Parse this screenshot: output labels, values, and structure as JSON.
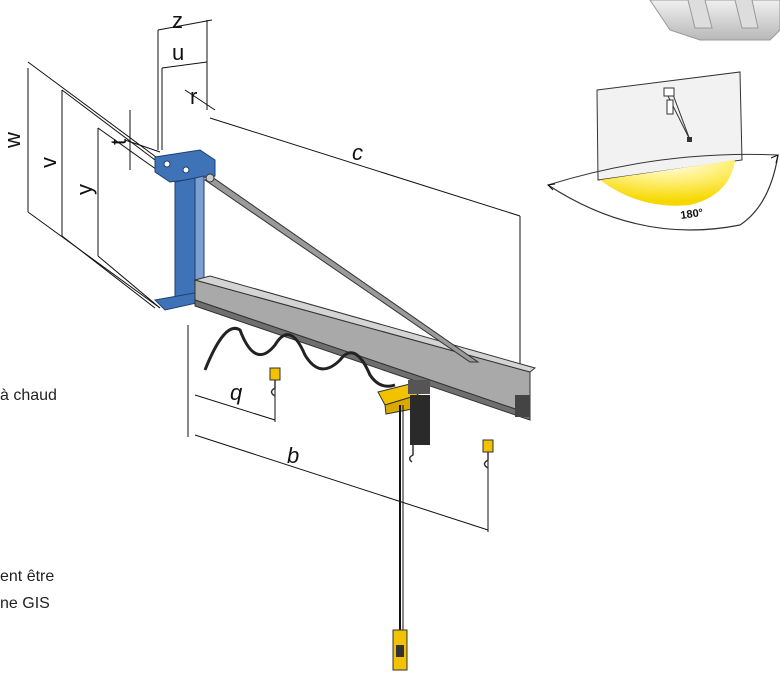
{
  "side_text": {
    "line1": "à chaud",
    "line2": "ent être",
    "line3": "ne GIS"
  },
  "dimensions": {
    "z": "z",
    "u": "u",
    "r": "r",
    "w": "w",
    "v": "v",
    "y": "y",
    "t": "t",
    "c": "c",
    "q": "q",
    "b": "b"
  },
  "rotation_label": "180°",
  "colors": {
    "column": "#3f73b8",
    "beam": "#9c9c9c",
    "hoist": "#f2c200",
    "arc": "#f6e000",
    "line": "#111111"
  }
}
